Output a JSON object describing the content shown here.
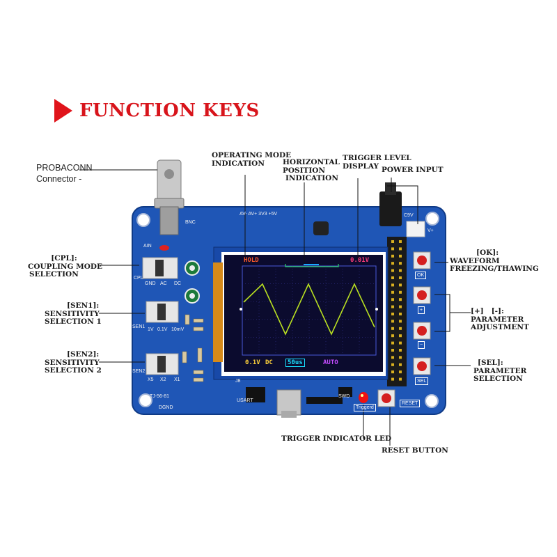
{
  "title": "FUNCTION KEYS",
  "labels": {
    "probe_line1": "PROBACONN",
    "probe_line2": "Connector -",
    "operating_mode": [
      "OPERATING MODE",
      "INDICATION"
    ],
    "horizontal_position": [
      "HORIZONTAL",
      "POSITION",
      "INDICATION"
    ],
    "trigger_level": [
      "TRIGGER LEVEL",
      "DISPLAY"
    ],
    "power_input": "POWER INPUT",
    "cpl": [
      "[CPL]:",
      "COUPLING MODE",
      "SELECTION"
    ],
    "sen1": [
      "[SEN1]:",
      "SENSITIVITY",
      "SELECTION 1"
    ],
    "sen2": [
      "[SEN2]:",
      "SENSITIVITY",
      "SELECTION 2"
    ],
    "ok": [
      "[OK]:",
      "WAVEFORM",
      "FREEZING/THAWING"
    ],
    "plusminus": [
      "[+]   [-]:",
      "PARAMETER",
      "ADJUSTMENT"
    ],
    "sel": [
      "[SEL]:",
      "PARAMETER",
      "SELECTION"
    ],
    "trigger_led": "TRIGGER INDICATOR LED",
    "reset": "RESET BUTTON"
  },
  "screen": {
    "mode": "HOLD",
    "trigger_level": "0.01V",
    "volts_div": "0.1V",
    "coupling": "DC",
    "timebase": "50us",
    "trigger_mode": "AUTO"
  },
  "board_silk": {
    "bnc": "BNC",
    "ain": "AIN",
    "cpl": "CPL",
    "gnd": "GND",
    "ac": "AC",
    "dc": "DC",
    "sen1": "SEN1",
    "v1": "1V",
    "v01": "0.1V",
    "mv10": "10mV",
    "sen2": "SEN2",
    "x5": "X5",
    "x2": "X2",
    "x1": "X1",
    "pins_top": "AV- AV+ 3V3 +5V",
    "c9v": "C9V",
    "vplus": "V+",
    "j8": "J8",
    "usart": "USART",
    "swd": "SWD",
    "triggerd": "Triggerd",
    "reset": "RESET",
    "ok": "OK",
    "plus": "+",
    "minus": "−",
    "sel": "SEL",
    "model": "TJ-56-81",
    "dgnd": "DGND"
  },
  "colors": {
    "title_red": "#d8141b",
    "board_blue": "#1f56b6",
    "screen_bg": "#0b0b2e",
    "wave": "#b9e021",
    "mode_text": "#ff5a2a",
    "level_text": "#ff3d7a",
    "cyan_text": "#19e0ff",
    "magenta_text": "#c44cff"
  }
}
